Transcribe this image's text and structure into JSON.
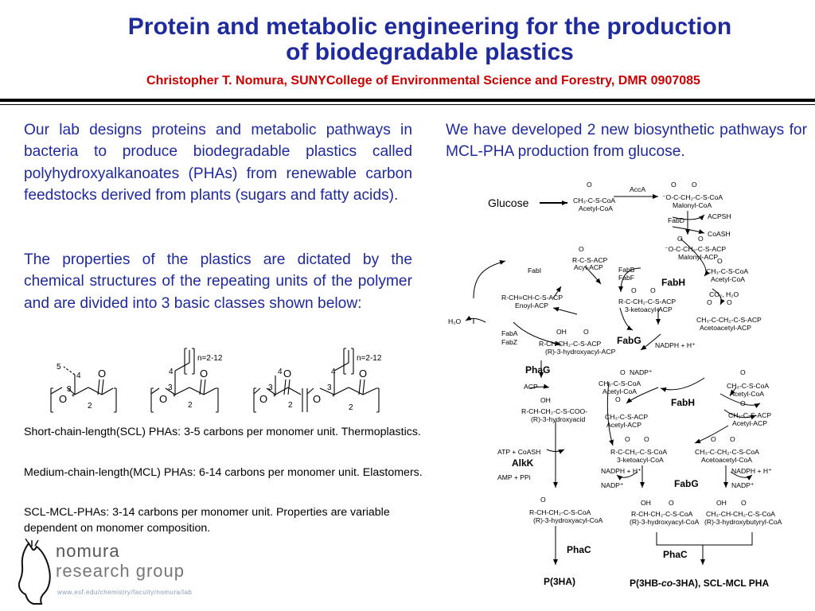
{
  "header": {
    "title_line1": "Protein and metabolic engineering for the production",
    "title_line2": "of biodegradable plastics",
    "subtitle": "Christopher T. Nomura, SUNYCollege of Environmental Science and Forestry,  DMR 0907085"
  },
  "left": {
    "para1": "Our lab designs proteins and metabolic pathways in bacteria to produce biodegradable plastics called polyhydroxyalkanoates (PHAs) from renewable carbon feedstocks derived from plants (sugars and fatty acids).",
    "para2": "The properties of the plastics are dictated by the chemical structures of the repeating units of the polymer and are divided into 3 basic classes shown below:",
    "classes": [
      "Short-chain-length(SCL) PHAs: 3-5 carbons per monomer unit. Thermoplastics.",
      "Medium-chain-length(MCL) PHAs: 6-14 carbons per monomer unit. Elastomers.",
      "SCL-MCL-PHAs: 3-14 carbons per monomer unit.  Properties are variable dependent on monomer composition."
    ]
  },
  "structures": {
    "n_label": "n=2-12",
    "O": "O",
    "num2": "2",
    "num3": "3",
    "num4": "4",
    "num5": "5",
    "star": "*"
  },
  "right": {
    "para": "We have developed 2 new biosynthetic pathways for MCL-PHA production from glucose."
  },
  "pathway": {
    "glucose": "Glucose",
    "o": "O",
    "dbl": "||",
    "acetylcoa_formula": "CH₃-C-S-CoA",
    "acetylcoa": "Acetyl-CoA",
    "acca": "AccA",
    "malonylcoa_formula": "⁻O-C-CH₂-C-S-CoA",
    "malonylcoa": "Malonyl-CoA",
    "fabd": "FabD",
    "acpsh": "ACPSH",
    "coash": "CoASH",
    "malonylacp_formula": "⁻O-C-CH₂-C-S-ACP",
    "malonylacp": "Malonyl-ACP",
    "acylacp_formula": "R-C-S-ACP",
    "acylacp": "Acyl-ACP",
    "fabi": "FabI",
    "fabb": "FabB",
    "fabf": "FabF",
    "fabh": "FabH",
    "acetylcoa2_formula": "CH₃-C-S-CoA",
    "co2h2o": "CO₂, H₂O",
    "enoylacp_formula": "R-CH=CH-C-S-ACP",
    "enoylacp": "Enoyl-ACP",
    "ketoacp_formula": "R-C-CH₂-C-S-ACP",
    "ketoacp": "3-ketoacyl-ACP",
    "h2o": "H₂O",
    "faba": "FabA",
    "fabz": "FabZ",
    "acetoacetylacp_formula": "CH₃-C-CH₂-C-S-ACP",
    "acetoacetylacp": "Acetoacetyl-ACP",
    "oh": "OH",
    "hydroxyacylacp_formula": "R-CH-CH₂-C-S-ACP",
    "hydroxyacylacp": "(R)-3-hydroxyacyl-ACP",
    "fabg": "FabG",
    "nadph": "NADPH + H⁺",
    "phag": "PhaG",
    "nadp": "NADP⁺",
    "acp": "ACP",
    "acetylacp_formula": "CH₃-C-S-ACP",
    "acetylacp": "Acetyl-ACP",
    "hydroxyacid_formula": "R-CH-CH₂-C-S-COO-",
    "hydroxyacid": "(R)-3-hydroxyacid",
    "atp": "ATP + CoASH",
    "alkk": "AlkK",
    "amp": "AMP + PPi",
    "ketoacylcoa_formula": "R-C-CH₂-C-S-CoA",
    "ketoacylcoa": "3-ketoacyl-CoA",
    "acetoacetylcoa_formula": "CH₃-C-CH₂-C-S-CoA",
    "acetoacetylcoa": "Acetoacetyl-CoA",
    "hydroxyacylcoa_formula": "R-CH-CH₂-C-S-CoA",
    "hydroxyacylcoa": "(R)-3-hydroxyacyl-CoA",
    "hydroxybutyrylcoa_formula": "CH₃-CH-CH₂-C-S-CoA",
    "hydroxybutyrylcoa": "(R)-3-hydroxybutyryl-CoA",
    "phac": "PhaC",
    "p3ha": "P(3HA)",
    "p3hb_a": "P(3HB-",
    "p3hb_co": "co",
    "p3hb_b": "-3HA), SCL-MCL PHA"
  },
  "logo": {
    "line1": "nomura",
    "line2": "research group",
    "url": "www.esf.edu/chemistry/faculty/nomura/lab"
  }
}
